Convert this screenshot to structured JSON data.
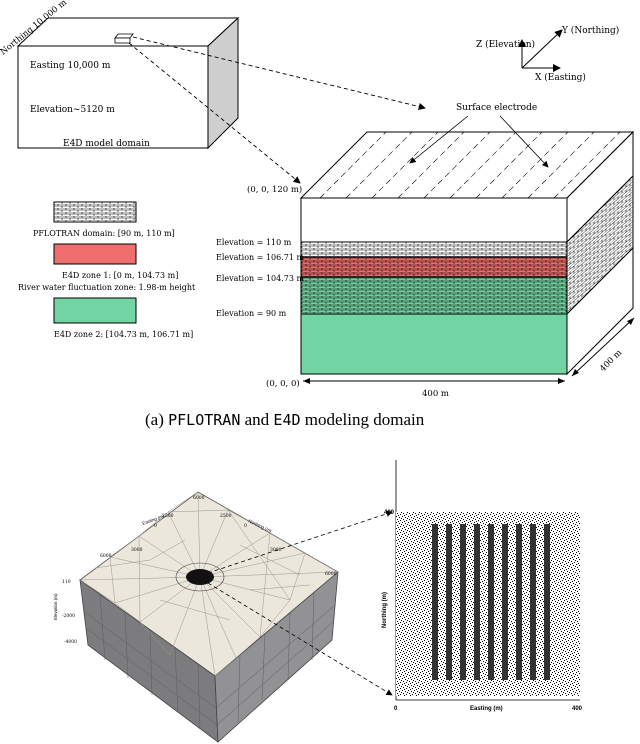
{
  "top_domain": {
    "northing": "Northing 10,000 m",
    "easting": "Easting 10,000 m",
    "elevation": "Elevation~5120 m",
    "label": "E4D model domain"
  },
  "axes": {
    "z": "Z (Elevation)",
    "y": "Y (Northing)",
    "x": "X (Easting)"
  },
  "surface_electrode": "Surface electrode",
  "coords": {
    "top": "(0, 0, 120 m)",
    "origin": "(0, 0, 0)"
  },
  "legend": {
    "pflotran": "PFLOTRAN domain: [90 m, 110 m]",
    "zone1_line1": "E4D zone 1: [0 m, 104.73 m]",
    "zone1_line2": "River water fluctuation zone: 1.98-m height",
    "zone2": "E4D zone 2: [104.73 m, 106.71 m]",
    "red_color": "#ef6e6e",
    "green_color": "#72d4a2"
  },
  "elevations": {
    "e110": "Elevation = 110 m",
    "e10671": "Elevation = 106.71 m",
    "e10473": "Elevation = 104.73 m",
    "e90": "Elevation = 90 m"
  },
  "dims": {
    "width": "400 m",
    "depth": "400 m"
  },
  "caption_a": {
    "prefix": "(a) ",
    "pflotran": "PFLOTRAN",
    "and": " and ",
    "e4d": "E4D",
    "suffix": " modeling domain"
  },
  "mesh": {
    "easting_label": "Easting (m)",
    "northing_label": "Northing (m)",
    "elevation_label": "Elevation (m)",
    "t6000a": "6000",
    "t2500a": "2500",
    "t2500b": "2500",
    "t0a": "0",
    "t0b": "0",
    "t3000a": "3000",
    "t3000b": "3000",
    "t6000b": "6000",
    "t6000c": "6000",
    "t110": "110",
    "t2000": "-2000",
    "t4000": "-4000"
  },
  "plan": {
    "ylabel": "Northing (m)",
    "xlabel": "Easting (m)",
    "y400": "400",
    "x0": "0",
    "x400": "400"
  }
}
